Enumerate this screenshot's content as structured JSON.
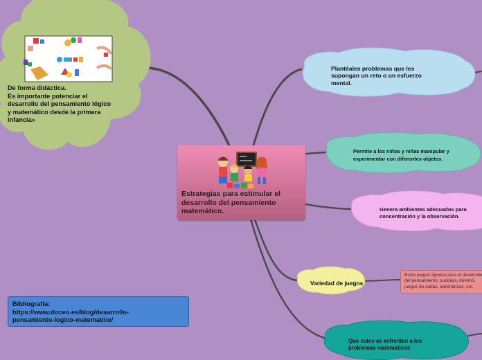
{
  "central": {
    "title": "Estrategias para estimular el desarrollo del pensamiento matemático."
  },
  "topic_left": {
    "text_line1": "De forma didáctica.",
    "text_line2": "Es importante potenciar el",
    "text_line3": "desarrollo del pensamiento lógico",
    "text_line4": "y matemático desde la primera",
    "text_line5": "infancia»"
  },
  "topics_right": [
    {
      "line1": "Plantéales problemas que les",
      "line2": "supongan un reto o un esfuerzo",
      "line3": "mental."
    },
    {
      "line1": "Permite a los niños y niñas manipular y",
      "line2": "experimentar con diferentes objetos."
    },
    {
      "line1": "Genera ambientes adecuados para",
      "line2": "concentración y la observación."
    },
    {
      "line1": "Variedad de juegos"
    },
    {
      "line1": "Que solos se enfrenten a los",
      "line2": "problemas matemáticos"
    }
  ],
  "note": {
    "text": "Estos juegos ayudan para el desarrollo del pensamiento: sudokus, dominó, juegos de cartas, adivinanzas, etc."
  },
  "bibliography": {
    "line1": "Bibliografia:",
    "line2": "https://www.doceo.es/blog/desarrollo-",
    "line3": "pensamiento-logico-matematico/"
  },
  "colors": {
    "background": "#b090c4",
    "connector": "#4a4a4a",
    "left_cloud": "#b5c883",
    "cloud_blue": "#b9def0",
    "cloud_teal": "#7cd0bf",
    "cloud_pink": "#f4b4f0",
    "cloud_yellow": "#f3ef9c",
    "cloud_darkteal": "#16a59a",
    "note_box": "#ea8e94",
    "biblio_box": "#4a86d6",
    "central_top": "#f08cb4",
    "central_bottom": "#b5607e"
  },
  "images": {
    "left_cloud_picture": "math-manipulatives-illustration",
    "central_picture": "children-at-blackboard-illustration"
  }
}
